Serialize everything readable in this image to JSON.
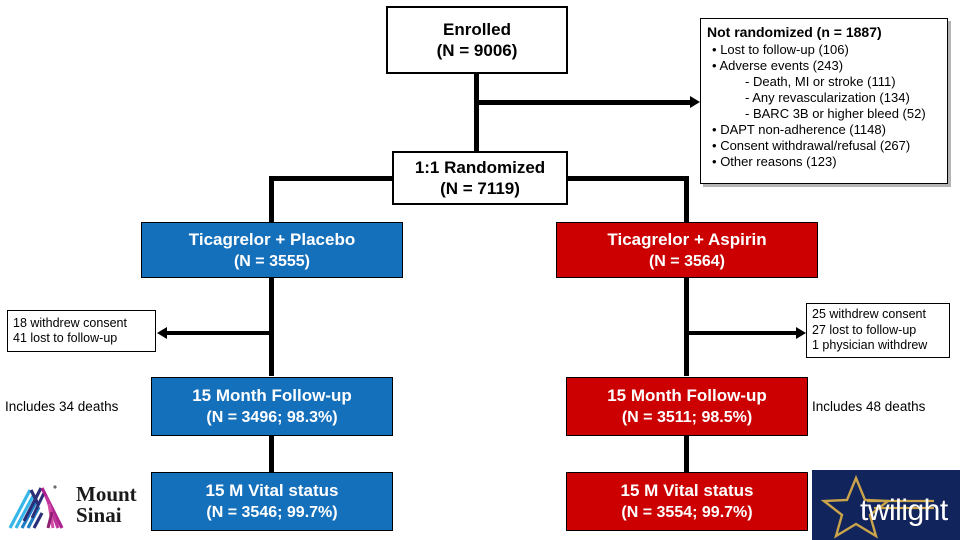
{
  "colors": {
    "blue": "#1570bc",
    "red": "#cc0000",
    "black": "#000000",
    "white": "#ffffff",
    "navy": "#12245c",
    "gold": "#c9a44a"
  },
  "nodes": {
    "enrolled": {
      "title": "Enrolled",
      "count": "(N = 9006)"
    },
    "randomized": {
      "title": "1:1 Randomized",
      "count": "(N = 7119)"
    },
    "arm_left": {
      "title": "Ticagrelor + Placebo",
      "count": "(N = 3555)"
    },
    "arm_right": {
      "title": "Ticagrelor + Aspirin",
      "count": "(N = 3564)"
    },
    "followup_left": {
      "title": "15 Month Follow-up",
      "count": "(N = 3496; 98.3%)"
    },
    "followup_right": {
      "title": "15 Month Follow-up",
      "count": "(N = 3511; 98.5%)"
    },
    "vital_left": {
      "title": "15 M Vital status",
      "count": "(N = 3546; 99.7%)"
    },
    "vital_right": {
      "title": "15 M Vital status",
      "count": "(N = 3554; 99.7%)"
    }
  },
  "not_randomized": {
    "title": "Not randomized (n = 1887)",
    "items": [
      {
        "level": 0,
        "marker": "•",
        "text": "Lost to follow-up (106)"
      },
      {
        "level": 0,
        "marker": "•",
        "text": "Adverse events (243)"
      },
      {
        "level": 1,
        "marker": "-",
        "text": "Death, MI or stroke (111)"
      },
      {
        "level": 1,
        "marker": "-",
        "text": "Any revascularization (134)"
      },
      {
        "level": 1,
        "marker": "-",
        "text": "BARC 3B or higher bleed (52)"
      },
      {
        "level": 0,
        "marker": "•",
        "text": "DAPT non-adherence (1148)"
      },
      {
        "level": 0,
        "marker": "•",
        "text": "Consent withdrawal/refusal (267)"
      },
      {
        "level": 0,
        "marker": "•",
        "text": "Other reasons (123)"
      }
    ]
  },
  "attrition_left": {
    "line1": "18 withdrew consent",
    "line2": "41 lost to follow-up"
  },
  "attrition_right": {
    "line1": "25 withdrew consent",
    "line2": "27 lost to follow-up",
    "line3": "1 physician withdrew"
  },
  "deaths_left": "Includes 34 deaths",
  "deaths_right": "Includes 48 deaths",
  "logos": {
    "mount_sinai": {
      "line1": "Mount",
      "line2": "Sinai"
    },
    "twilight": {
      "wordmark": "twilight"
    }
  }
}
